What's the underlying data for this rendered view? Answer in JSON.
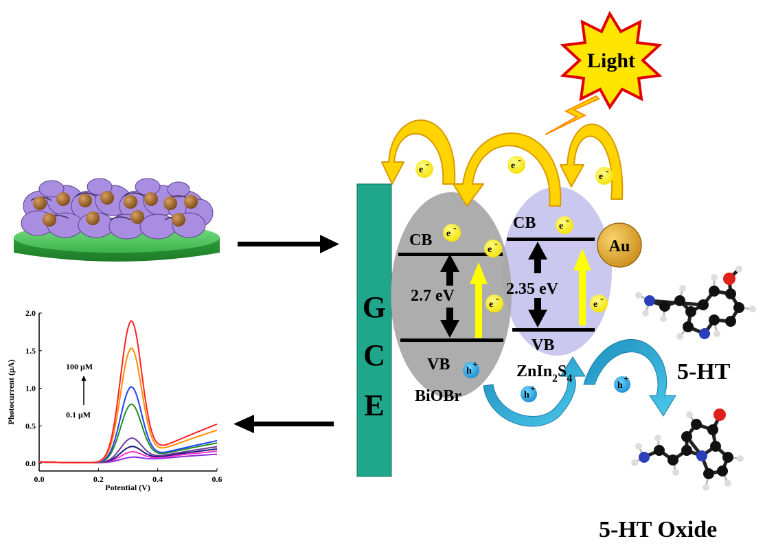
{
  "light_label": "Light",
  "electrode_letters": [
    "G",
    "C",
    "E"
  ],
  "biobr": {
    "name": "BiOBr",
    "cb": "CB",
    "vb": "VB",
    "gap": "2.7 eV"
  },
  "znin2s4": {
    "name_main": "ZnIn",
    "sub1": "2",
    "name_mid": "S",
    "sub2": "4",
    "cb": "CB",
    "vb": "VB",
    "gap": "2.35 eV"
  },
  "au_label": "Au",
  "electron_label": "e",
  "electron_sup": "-",
  "hole_label": "h",
  "hole_sup": "+",
  "analyte_label": "5-HT",
  "product_label": "5-HT Oxide",
  "plot_annotation": {
    "high": "100 μM",
    "low": "0.1 μM"
  },
  "chart_data": {
    "type": "line",
    "xlabel": "Potential (V)",
    "ylabel": "Photocurrent (μA)",
    "xlim": [
      0.0,
      0.6
    ],
    "ylim": [
      -0.1,
      2.0
    ],
    "xticks": [
      "0.0",
      "0.2",
      "0.4",
      "0.6"
    ],
    "yticks": [
      "0.0",
      "0.5",
      "1.0",
      "1.5",
      "2.0"
    ],
    "peak_x": 0.31,
    "series": [
      {
        "color": "#8a2be2",
        "peak": 0.08,
        "tail": 0.1
      },
      {
        "color": "#ff33cc",
        "peak": 0.15,
        "tail": 0.14
      },
      {
        "color": "#1a1a80",
        "peak": 0.22,
        "tail": 0.17
      },
      {
        "color": "#6a3d9a",
        "peak": 0.33,
        "tail": 0.2
      },
      {
        "color": "#228b22",
        "peak": 0.78,
        "tail": 0.25
      },
      {
        "color": "#1f3fff",
        "peak": 1.01,
        "tail": 0.28
      },
      {
        "color": "#ff8c00",
        "peak": 1.52,
        "tail": 0.42
      },
      {
        "color": "#ff2020",
        "peak": 1.88,
        "tail": 0.5
      }
    ]
  }
}
